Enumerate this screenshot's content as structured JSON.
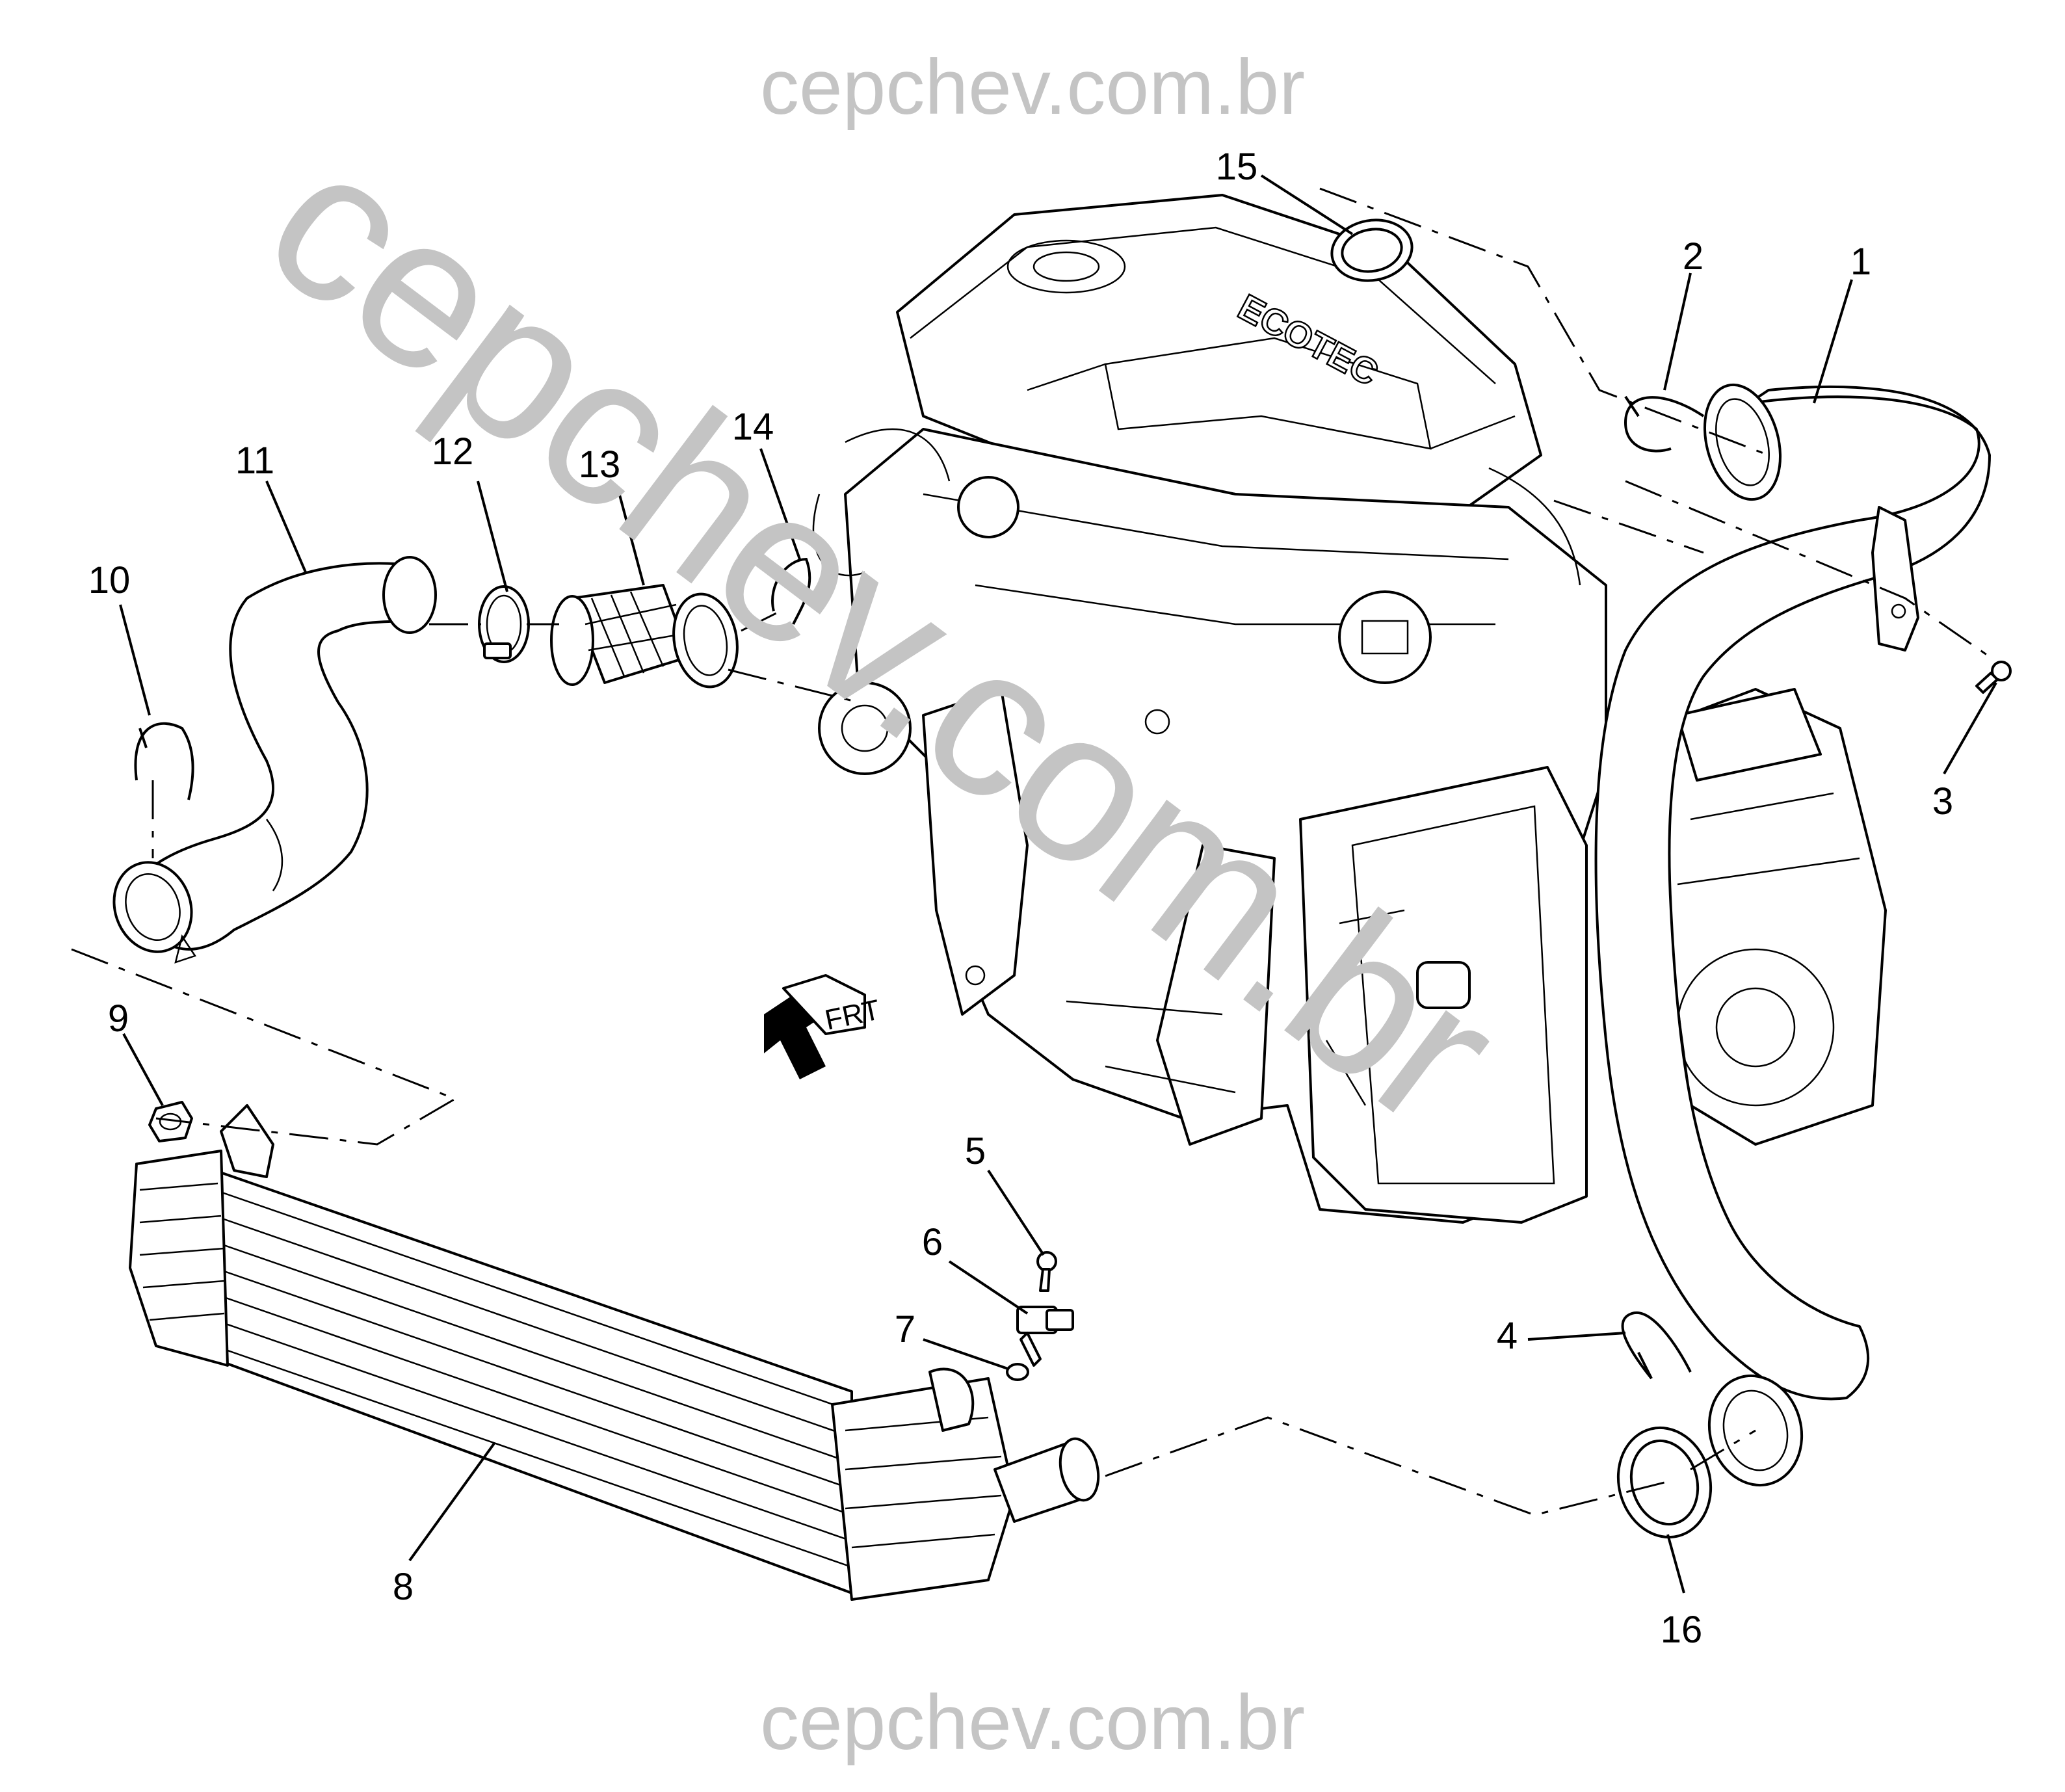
{
  "watermark": {
    "top": "cepchev.com.br",
    "bottom": "cepchev.com.br",
    "diagonal": "cepchev.com.br"
  },
  "engine": {
    "cover_text": "ECOTEC"
  },
  "front_indicator": {
    "label": "FRT"
  },
  "callouts": [
    "1",
    "2",
    "3",
    "4",
    "5",
    "6",
    "7",
    "8",
    "9",
    "10",
    "11",
    "12",
    "13",
    "14",
    "15",
    "16"
  ],
  "colors": {
    "line": "#000000",
    "watermark": "#c4c4c4",
    "background": "#ffffff"
  }
}
